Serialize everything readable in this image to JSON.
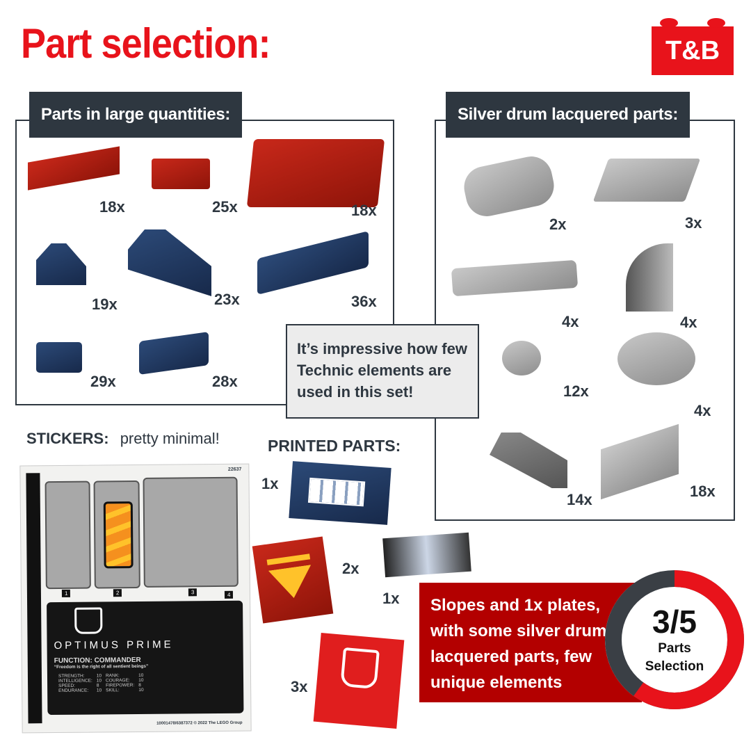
{
  "title": "Part selection:",
  "logo": "T&B",
  "left_panel": {
    "header": "Parts in large quantities:",
    "quantities": [
      "18x",
      "25x",
      "18x",
      "19x",
      "23x",
      "36x",
      "29x",
      "28x"
    ]
  },
  "right_panel": {
    "header": "Silver drum lacquered parts:",
    "quantities": [
      "2x",
      "3x",
      "4x",
      "4x",
      "12x",
      "4x",
      "14x",
      "18x"
    ]
  },
  "callout": "It’s impressive how few Technic elements are used in this set!",
  "stickers": {
    "label": "STICKERS:",
    "comment": "pretty minimal!",
    "sheet": {
      "code": "22637",
      "numbers": [
        "1",
        "2",
        "3",
        "4"
      ],
      "name": "OPTIMUS PRIME",
      "function": "FUNCTION: COMMANDER",
      "quote": "“Freedom is the right of all sentient beings”",
      "stats": [
        [
          "STRENGTH:",
          "10",
          "RANK:",
          "10"
        ],
        [
          "INTELLIGENCE:",
          "10",
          "COURAGE:",
          "10"
        ],
        [
          "SPEED:",
          "8",
          "FIREPOWER:",
          "8"
        ],
        [
          "ENDURANCE:",
          "10",
          "SKILL:",
          "10"
        ]
      ],
      "copyright": "10001478/6387372 © 2022 The LEGO Group"
    }
  },
  "printed_parts": {
    "label": "PRINTED PARTS:",
    "quantities": [
      "1x",
      "2x",
      "1x",
      "3x"
    ]
  },
  "summary": {
    "text": "Slopes and 1x plates, with some silver drum lacquered parts, few unique elements",
    "score": "3/5",
    "score_fraction": 0.6,
    "caption_1": "Parts",
    "caption_2": "Selection"
  },
  "colors": {
    "accent": "#e8131b",
    "dark": "#2e3740",
    "banner": "#b30000"
  }
}
